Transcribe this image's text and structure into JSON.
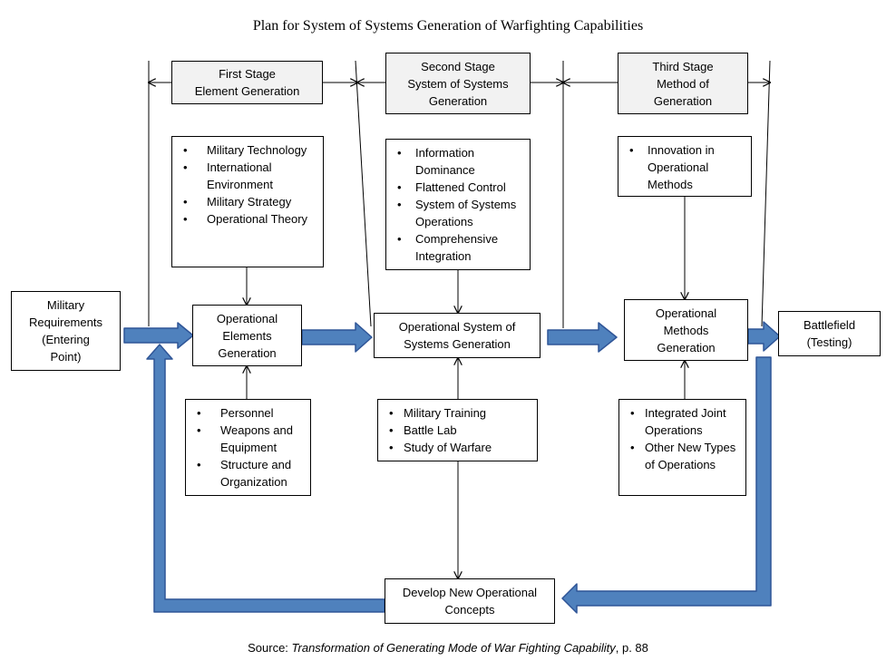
{
  "title": "Plan for System of Systems Generation of Warfighting  Capabilities",
  "stages": {
    "first": [
      "First Stage",
      "Element Generation"
    ],
    "second": [
      "Second Stage",
      "System of Systems",
      "Generation"
    ],
    "third": [
      "Third Stage",
      "Method of",
      "Generation"
    ]
  },
  "first_inputs_top": [
    "Military Technology",
    "International Environment",
    "Military Strategy",
    "Operational Theory"
  ],
  "first_inputs_bottom": [
    "Personnel",
    "Weapons and Equipment",
    "Structure and Organization"
  ],
  "second_inputs_top": [
    "Information Dominance",
    "Flattened Control",
    "System of Systems Operations",
    "Comprehensive Integration"
  ],
  "second_inputs_bottom": [
    "Military Training",
    "Battle Lab",
    "Study of Warfare"
  ],
  "third_inputs_top": [
    "Innovation in Operational Methods"
  ],
  "third_inputs_bottom": [
    "Integrated Joint Operations",
    "Other New Types of Operations"
  ],
  "process": {
    "military_requirements": [
      "Military",
      "Requirements",
      "(Entering",
      "Point)"
    ],
    "operational_elements": [
      "Operational",
      "Elements",
      "Generation"
    ],
    "operational_system": [
      "Operational System of",
      "Systems Generation"
    ],
    "operational_methods": [
      "Operational",
      "Methods",
      "Generation"
    ],
    "battlefield": [
      "Battlefield",
      "(Testing)"
    ],
    "develop_concepts": [
      "Develop New Operational",
      "Concepts"
    ]
  },
  "source": {
    "prefix": "Source: ",
    "work": "Transformation of Generating Mode of War Fighting Capability",
    "suffix": ", p. 88"
  },
  "colors": {
    "flow_arrow_fill": "#4f81bd",
    "flow_arrow_stroke": "#2f5597",
    "gray_box": "#f2f2f2",
    "line": "#000000"
  }
}
